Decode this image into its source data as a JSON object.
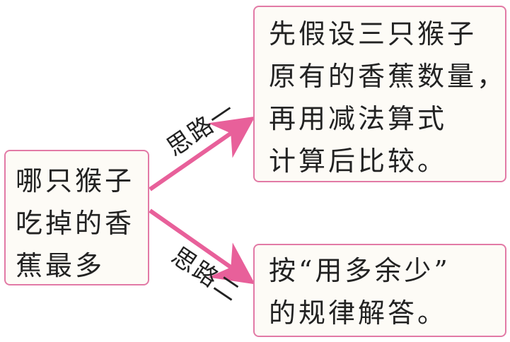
{
  "question": {
    "text": "哪只猴子\n吃掉的香\n蕉最多"
  },
  "path1": {
    "label": "思路一",
    "text": "先假设三只猴子\n原有的香蕉数量，\n再用减法算式\n计算后比较。"
  },
  "path2": {
    "label": "思路二",
    "text": "按“用多余少”\n的规律解答。"
  },
  "colors": {
    "arrow": "#e8609a",
    "border": "#e27aa6",
    "box_fill": "#fdfbf6",
    "text": "#222222"
  }
}
